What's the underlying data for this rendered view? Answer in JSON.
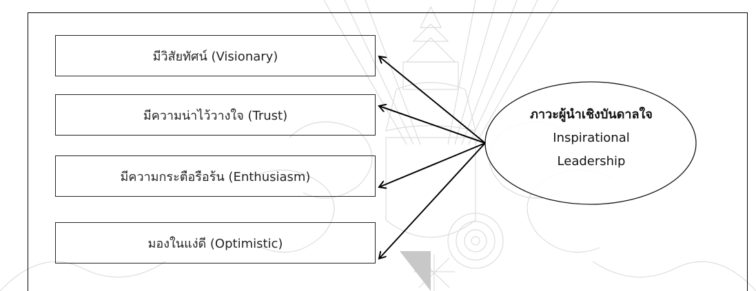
{
  "diagram": {
    "left_items": [
      {
        "label": "มีวิสัยทัศน์ (Visionary)"
      },
      {
        "label": "มีความน่าไว้วางใจ (Trust)"
      },
      {
        "label": "มีความกระตือรือร้น (Enthusiasm)"
      },
      {
        "label": "มองในแง่ดี (Optimistic)"
      }
    ],
    "center": {
      "title_th": "ภาวะผู้นำเชิงบันดาลใจ",
      "title_en_line1": "Inspirational",
      "title_en_line2": "Leadership"
    }
  },
  "colors": {
    "line": "#000000",
    "text": "#222222",
    "watermark": "#d9d9d9"
  }
}
